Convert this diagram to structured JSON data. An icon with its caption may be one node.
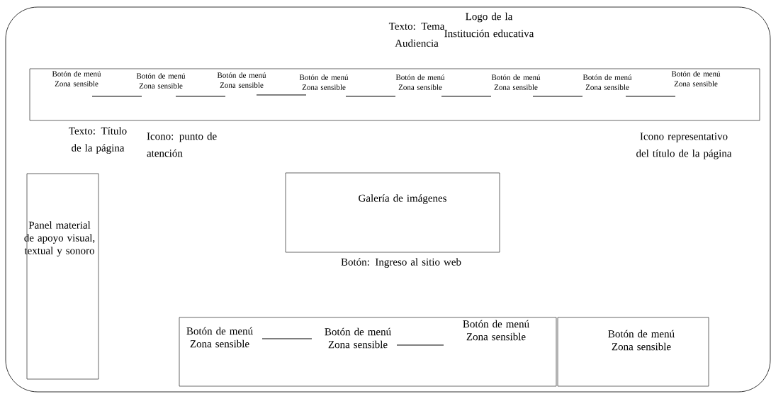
{
  "diagram": {
    "nodes": [
      {
        "text": [
          "Botón de menú Zona sensible",
          "Botón de menú Zona sensible",
          "Botón de menú Zona sensible",
          "Botón de menú Zona sensible",
          "Botón de menú Zona sensible",
          "Botón de menú Zona sensible",
          "Botón de menú Zona sensible",
          "Botón de menú Zona sensible"
        ]
      },
      {
        "text": [
          "Panel material de apoyo visual, textual y sonoro"
        ]
      },
      {
        "text": [
          "Galería de imágenes"
        ]
      },
      {
        "text": [
          "Botón de menú Zona sensible",
          "Botón de menú Zona sensible",
          "Botón de menú Zona sensible"
        ]
      },
      {
        "text": [
          "Botón de menú Zona sensible"
        ]
      }
    ],
    "labels": [
      "Texto: Tema Audiencia",
      "Logo de la Institución educativa",
      "Texto: Título de la página",
      "Icono: punto de atención",
      "Icono representativo del título de la página",
      "Botón: Ingreso al sitio web"
    ]
  }
}
